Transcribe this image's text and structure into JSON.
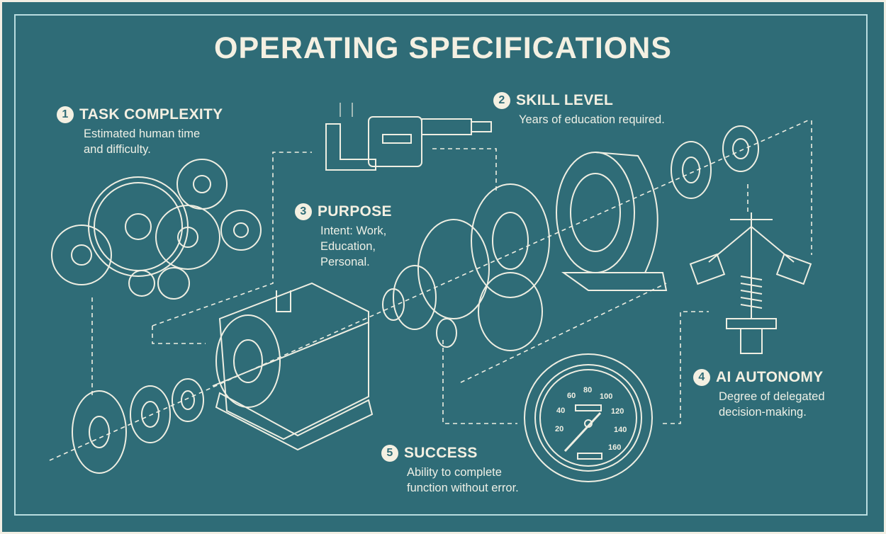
{
  "title": "OPERATING SPECIFICATIONS",
  "sections": [
    {
      "number": "1",
      "heading": "TASK COMPLEXITY",
      "description": "Estimated human time\nand difficulty."
    },
    {
      "number": "2",
      "heading": "SKILL LEVEL",
      "description": "Years of education required."
    },
    {
      "number": "3",
      "heading": "PURPOSE",
      "description": "Intent: Work,\nEducation,\nPersonal."
    },
    {
      "number": "4",
      "heading": "AI AUTONOMY",
      "description": "Degree of delegated\ndecision-making."
    },
    {
      "number": "5",
      "heading": "SUCCESS",
      "description": "Ability to complete\nfunction without error."
    }
  ],
  "gauge": {
    "labels": [
      "20",
      "40",
      "60",
      "80",
      "100",
      "120",
      "140",
      "160"
    ]
  },
  "colors": {
    "background": "#2f6c77",
    "line": "#f1f0e4",
    "frame": "#b9dde0"
  }
}
